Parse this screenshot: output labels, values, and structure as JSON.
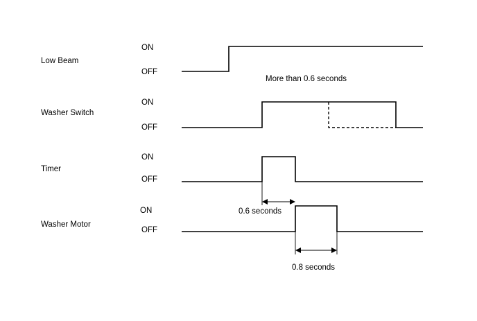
{
  "signals": [
    {
      "name": "Low Beam",
      "on_label": "ON",
      "off_label": "OFF"
    },
    {
      "name": "Washer Switch",
      "on_label": "ON",
      "off_label": "OFF"
    },
    {
      "name": "Timer",
      "on_label": "ON",
      "off_label": "OFF"
    },
    {
      "name": "Washer Motor",
      "on_label": "ON",
      "off_label": "OFF"
    }
  ],
  "annotations": {
    "washer_switch_hold": "More than 0.6 seconds",
    "timer_duration": "0.6 seconds",
    "motor_duration": "0.8 seconds"
  }
}
